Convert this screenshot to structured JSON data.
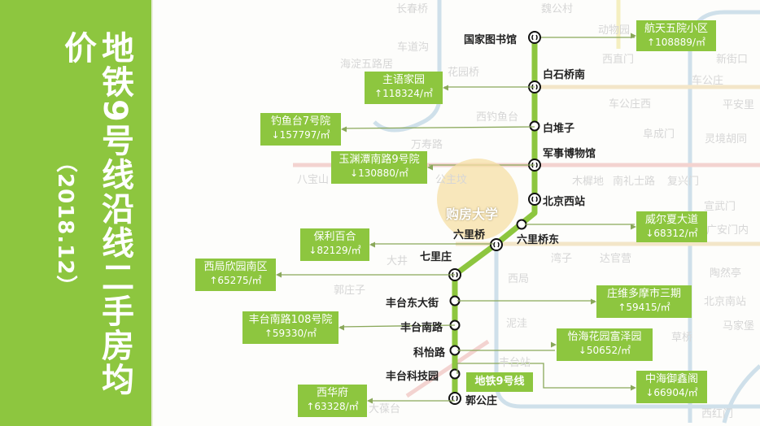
{
  "title": "地铁9号线沿线二手房均价",
  "date": "（2018.12）",
  "line_tag": "地铁9号线",
  "logo_text": "购房大学",
  "colors": {
    "line9": "#8dc63f",
    "panel": "#8dc63f",
    "background_map": "#d6d6d6"
  },
  "stations": [
    {
      "name": "国家图书馆",
      "interchange": true
    },
    {
      "name": "白石桥南",
      "interchange": true
    },
    {
      "name": "白堆子",
      "interchange": false
    },
    {
      "name": "军事博物馆",
      "interchange": true
    },
    {
      "name": "北京西站",
      "interchange": true
    },
    {
      "name": "六里桥东",
      "interchange": false
    },
    {
      "name": "六里桥",
      "interchange": true
    },
    {
      "name": "七里庄",
      "interchange": true
    },
    {
      "name": "丰台东大街",
      "interchange": false
    },
    {
      "name": "丰台南路",
      "interchange": false
    },
    {
      "name": "科怡路",
      "interchange": false
    },
    {
      "name": "丰台科技园",
      "interchange": false
    },
    {
      "name": "郭公庄",
      "interchange": true
    }
  ],
  "listings": [
    {
      "name": "航天五院小区",
      "trend": "up",
      "price": "↑108889/㎡",
      "station": "国家图书馆"
    },
    {
      "name": "主语家园",
      "trend": "up",
      "price": "↑118324/㎡",
      "station": "白石桥南"
    },
    {
      "name": "钓鱼台7号院",
      "trend": "down",
      "price": "↓157797/㎡",
      "station": "白堆子"
    },
    {
      "name": "玉渊潭南路9号院",
      "trend": "down",
      "price": "↓130880/㎡",
      "station": "军事博物馆"
    },
    {
      "name": "威尔夏大道",
      "trend": "down",
      "price": "↓68312/㎡",
      "station": "六里桥东"
    },
    {
      "name": "保利百合",
      "trend": "down",
      "price": "↓82129/㎡",
      "station": "六里桥"
    },
    {
      "name": "西局欣园南区",
      "trend": "up",
      "price": "↑65275/㎡",
      "station": "七里庄"
    },
    {
      "name": "庄维多摩市三期",
      "trend": "up",
      "price": "↑59415/㎡",
      "station": "丰台东大街"
    },
    {
      "name": "丰台南路108号院",
      "trend": "up",
      "price": "↑59330/㎡",
      "station": "丰台南路"
    },
    {
      "name": "怡海花园富泽园",
      "trend": "down",
      "price": "↓50652/㎡",
      "station": "科怡路"
    },
    {
      "name": "中海御鑫阁",
      "trend": "down",
      "price": "↓66904/㎡",
      "station": "丰台科技园"
    },
    {
      "name": "西华府",
      "trend": "up",
      "price": "↑63328/㎡",
      "station": "郭公庄"
    }
  ],
  "background_stations": [
    "长春桥",
    "车道沟",
    "海淀五路居",
    "花园桥",
    "西钓鱼台",
    "魏公村",
    "动物园",
    "西直门",
    "新街口",
    "车公庄",
    "车公庄西",
    "平安里",
    "阜成门",
    "灵境胡同",
    "木樨地",
    "南礼士路",
    "复兴门",
    "宣武门",
    "万寿路",
    "八宝山",
    "公主坟",
    "湾子",
    "达官营",
    "西局",
    "陶然亭",
    "北京南站",
    "泥洼",
    "马家堡",
    "草桥",
    "丰台站",
    "西红门",
    "大葆台",
    "郭庄子",
    "大井",
    "广安门内"
  ]
}
